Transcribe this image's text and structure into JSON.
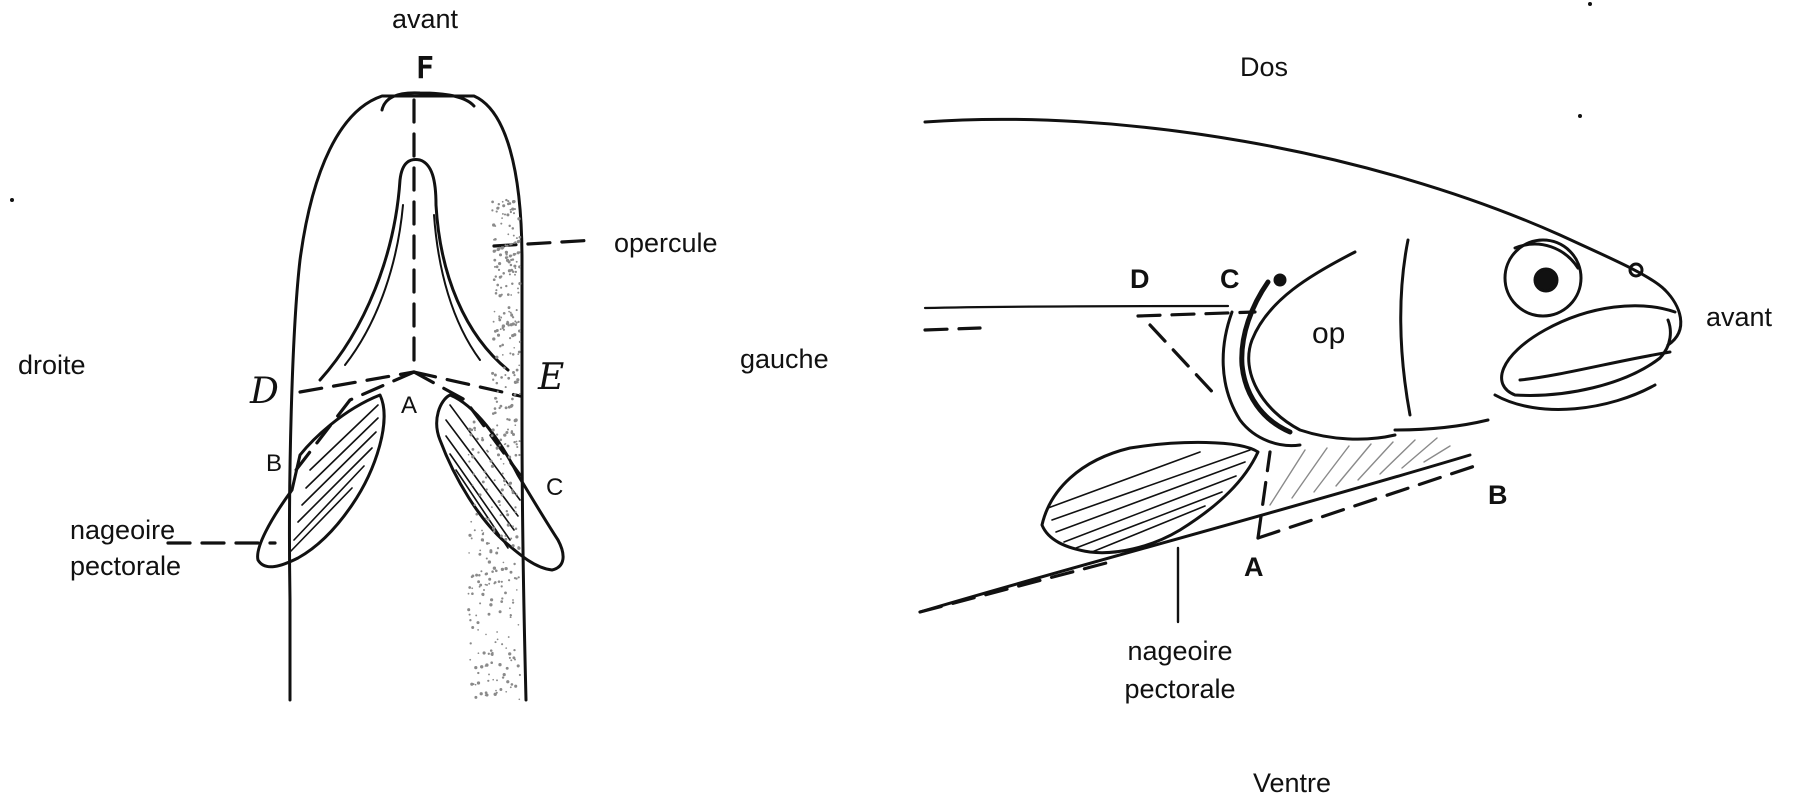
{
  "colors": {
    "ink": "#111111",
    "background": "#ffffff",
    "shading": "#8a8a8a"
  },
  "left_view": {
    "label_front": "avant",
    "point_F": "F",
    "label_right": "droite",
    "label_left": "gauche",
    "label_operculum": "opercule",
    "point_D": "D",
    "point_E": "E",
    "point_A": "A",
    "point_B": "B",
    "point_C": "C",
    "label_fin_line1": "nageoire",
    "label_fin_line2": "pectorale"
  },
  "right_view": {
    "label_back": "Dos",
    "label_belly": "Ventre",
    "label_front": "avant",
    "label_op": "op",
    "point_D": "D",
    "point_C": "C",
    "point_B": "B",
    "point_A": "A",
    "label_fin_line1": "nageoire",
    "label_fin_line2": "pectorale"
  }
}
